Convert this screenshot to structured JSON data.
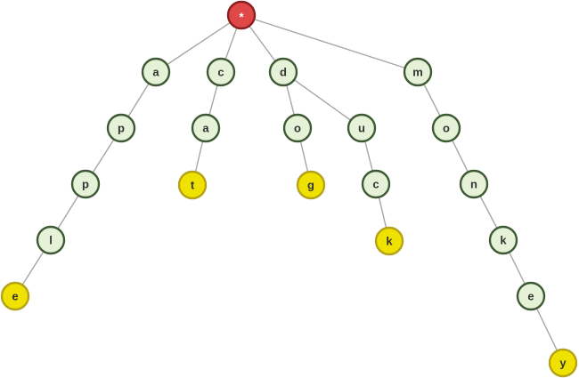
{
  "colors": {
    "root_fill": "#e04848",
    "root_stroke": "#8a1f1f",
    "root_text": "#ffffff",
    "node_fill": "#e6f2d8",
    "node_stroke": "#3e5a35",
    "word_end_fill": "#f0e200",
    "word_end_stroke": "#b3a21a",
    "text": "#333333",
    "edge": "#a6a6a6"
  },
  "nodes": [
    {
      "id": "root",
      "label": "*",
      "kind": "root"
    },
    {
      "id": "a",
      "label": "a",
      "kind": "node"
    },
    {
      "id": "ap",
      "label": "p",
      "kind": "node"
    },
    {
      "id": "app",
      "label": "p",
      "kind": "node"
    },
    {
      "id": "appl",
      "label": "l",
      "kind": "node"
    },
    {
      "id": "apple",
      "label": "e",
      "kind": "word-end"
    },
    {
      "id": "c",
      "label": "c",
      "kind": "node"
    },
    {
      "id": "ca",
      "label": "a",
      "kind": "node"
    },
    {
      "id": "cat",
      "label": "t",
      "kind": "word-end"
    },
    {
      "id": "d",
      "label": "d",
      "kind": "node"
    },
    {
      "id": "do",
      "label": "o",
      "kind": "node"
    },
    {
      "id": "dog",
      "label": "g",
      "kind": "word-end"
    },
    {
      "id": "du",
      "label": "u",
      "kind": "node"
    },
    {
      "id": "duc",
      "label": "c",
      "kind": "node"
    },
    {
      "id": "duck",
      "label": "k",
      "kind": "word-end"
    },
    {
      "id": "m",
      "label": "m",
      "kind": "node"
    },
    {
      "id": "mo",
      "label": "o",
      "kind": "node"
    },
    {
      "id": "mon",
      "label": "n",
      "kind": "node"
    },
    {
      "id": "monk",
      "label": "k",
      "kind": "node"
    },
    {
      "id": "monke",
      "label": "e",
      "kind": "node"
    },
    {
      "id": "monkey",
      "label": "y",
      "kind": "word-end"
    }
  ],
  "edges": [
    [
      "root",
      "a"
    ],
    [
      "root",
      "c"
    ],
    [
      "root",
      "d"
    ],
    [
      "root",
      "m"
    ],
    [
      "a",
      "ap"
    ],
    [
      "ap",
      "app"
    ],
    [
      "app",
      "appl"
    ],
    [
      "appl",
      "apple"
    ],
    [
      "c",
      "ca"
    ],
    [
      "ca",
      "cat"
    ],
    [
      "d",
      "do"
    ],
    [
      "do",
      "dog"
    ],
    [
      "d",
      "du"
    ],
    [
      "du",
      "duc"
    ],
    [
      "duc",
      "duck"
    ],
    [
      "m",
      "mo"
    ],
    [
      "mo",
      "mon"
    ],
    [
      "mon",
      "monk"
    ],
    [
      "monk",
      "monke"
    ],
    [
      "monke",
      "monkey"
    ]
  ]
}
